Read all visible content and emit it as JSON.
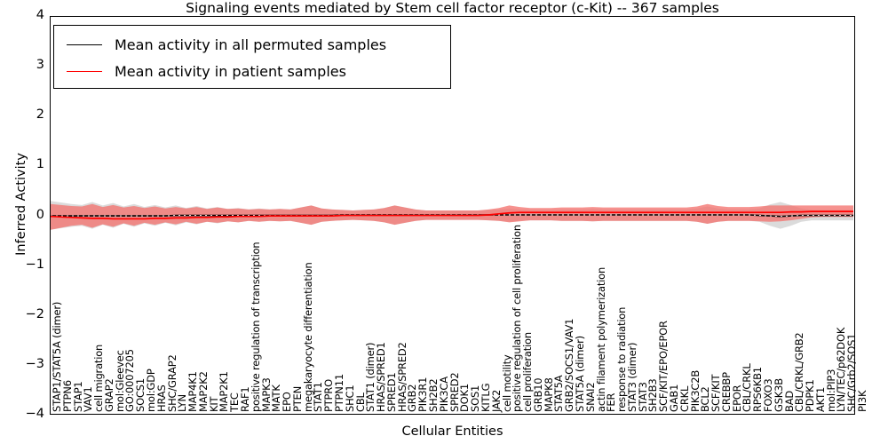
{
  "chart_data": {
    "type": "line",
    "title": "Signaling events mediated by Stem cell factor receptor (c-Kit) -- 367 samples",
    "xlabel": "Cellular Entities",
    "ylabel": "Inferred Activity",
    "ylim": [
      -4,
      4
    ],
    "yticks": [
      4,
      3,
      2,
      1,
      0,
      -1,
      -2,
      -3,
      -4
    ],
    "ytick_labels": [
      "4",
      "3",
      "2",
      "1",
      "0",
      "−1",
      "−2",
      "−3",
      "−4"
    ],
    "grid": false,
    "legend_position": "upper left",
    "legend": [
      {
        "name": "Mean activity in all permuted samples",
        "color": "#000000"
      },
      {
        "name": "Mean activity in patient samples",
        "color": "#ff0000"
      }
    ],
    "colors": {
      "permuted_line": "#000000",
      "permuted_band": "#d9d9d9",
      "patient_line": "#ff0000",
      "patient_band": "#f4736f",
      "axis": "#000000",
      "background": "#ffffff"
    },
    "categories": [
      "STAP1/STAT5A (dimer)",
      "PTPN6",
      "STAP1",
      "VAV1",
      "cell migration",
      "GRAP2",
      "mol:Gleevec",
      "GO:0007205",
      "SOCS1",
      "mol:GDP",
      "HRAS",
      "SHC/GRAP2",
      "LYN",
      "MAP4K1",
      "MAP2K2",
      "KIT",
      "MAP2K1",
      "TEC",
      "RAF1",
      "positive regulation of transcription",
      "MAPK3",
      "MATK",
      "EPO",
      "PTEN",
      "megakaryocyte differentiation",
      "STAT1",
      "PTPRO",
      "PTPN11",
      "SHC1",
      "CBL",
      "STAT1 (dimer)",
      "HRAS/SPRED1",
      "SPRED1",
      "HRAS/SPRED2",
      "GRB2",
      "PIK3R1",
      "SH2B2",
      "PIK3CA",
      "SPRED2",
      "DOK1",
      "SOS1",
      "KITLG",
      "JAK2",
      "cell motility",
      "positive regulation of cell proliferation",
      "cell proliferation",
      "GRB10",
      "MAPK8",
      "STAT5A",
      "GRB2/SOCS1/VAV1",
      "STAT5A (dimer)",
      "SNAI2",
      "actin filament polymerization",
      "FER",
      "response to radiation",
      "STAT3 (dimer)",
      "STAT3",
      "SH2B3",
      "SCF/KIT/EPO/EPOR",
      "GAB1",
      "CRKL",
      "PIK3C2B",
      "BCL2",
      "SCF/KIT",
      "CREBBP",
      "EPOR",
      "CBL/CRKL",
      "RPS6KB1",
      "FOXO3",
      "GSK3B",
      "BAD",
      "CBL/CRKL/GRB2",
      "PDPK1",
      "AKT1",
      "mol:PIP3",
      "LYN/TEC/p62DOK",
      "SHC/Grb2/SOS1",
      "PI3K"
    ],
    "series": [
      {
        "name": "Mean activity in all permuted samples",
        "color": "#000000",
        "values": [
          -0.02,
          -0.02,
          -0.02,
          -0.02,
          -0.02,
          -0.02,
          -0.02,
          -0.02,
          -0.02,
          -0.02,
          -0.02,
          -0.02,
          -0.01,
          -0.01,
          -0.01,
          -0.01,
          -0.01,
          -0.01,
          -0.01,
          -0.01,
          -0.01,
          -0.01,
          -0.01,
          -0.01,
          -0.01,
          -0.01,
          -0.01,
          -0.01,
          0.0,
          0.0,
          0.0,
          0.0,
          0.0,
          0.0,
          0.0,
          0.0,
          0.0,
          0.0,
          0.0,
          0.0,
          0.0,
          0.0,
          0.0,
          0.0,
          0.0,
          0.0,
          0.0,
          0.0,
          0.0,
          0.0,
          0.0,
          0.0,
          0.0,
          0.0,
          0.0,
          0.0,
          0.0,
          0.0,
          0.0,
          0.0,
          0.0,
          0.0,
          0.0,
          0.0,
          0.0,
          0.0,
          0.0,
          0.0,
          -0.01,
          -0.02,
          -0.03,
          -0.02,
          -0.01,
          -0.01,
          -0.01,
          -0.01,
          -0.01,
          -0.01
        ],
        "band_lower": [
          -0.3,
          -0.27,
          -0.24,
          -0.22,
          -0.28,
          -0.2,
          -0.26,
          -0.18,
          -0.24,
          -0.17,
          -0.22,
          -0.16,
          -0.21,
          -0.15,
          -0.19,
          -0.14,
          -0.17,
          -0.13,
          -0.15,
          -0.12,
          -0.14,
          -0.12,
          -0.13,
          -0.12,
          -0.16,
          -0.2,
          -0.14,
          -0.12,
          -0.11,
          -0.1,
          -0.11,
          -0.12,
          -0.15,
          -0.2,
          -0.16,
          -0.12,
          -0.1,
          -0.1,
          -0.1,
          -0.1,
          -0.1,
          -0.1,
          -0.11,
          -0.12,
          -0.14,
          -0.12,
          -0.11,
          -0.11,
          -0.11,
          -0.12,
          -0.12,
          -0.12,
          -0.13,
          -0.12,
          -0.12,
          -0.12,
          -0.12,
          -0.12,
          -0.12,
          -0.12,
          -0.12,
          -0.12,
          -0.14,
          -0.18,
          -0.14,
          -0.12,
          -0.12,
          -0.12,
          -0.14,
          -0.22,
          -0.28,
          -0.22,
          -0.14,
          -0.11,
          -0.11,
          -0.11,
          -0.11,
          -0.11
        ],
        "band_upper": [
          0.28,
          0.25,
          0.22,
          0.2,
          0.26,
          0.19,
          0.24,
          0.17,
          0.22,
          0.16,
          0.2,
          0.15,
          0.19,
          0.14,
          0.18,
          0.13,
          0.16,
          0.12,
          0.14,
          0.11,
          0.13,
          0.11,
          0.12,
          0.11,
          0.15,
          0.19,
          0.13,
          0.11,
          0.1,
          0.09,
          0.1,
          0.11,
          0.14,
          0.19,
          0.15,
          0.11,
          0.09,
          0.09,
          0.09,
          0.09,
          0.09,
          0.09,
          0.1,
          0.11,
          0.13,
          0.11,
          0.1,
          0.1,
          0.1,
          0.11,
          0.11,
          0.11,
          0.12,
          0.11,
          0.11,
          0.11,
          0.11,
          0.11,
          0.11,
          0.11,
          0.11,
          0.11,
          0.13,
          0.17,
          0.13,
          0.11,
          0.11,
          0.11,
          0.13,
          0.21,
          0.26,
          0.2,
          0.13,
          0.1,
          0.1,
          0.1,
          0.1,
          0.1
        ]
      },
      {
        "name": "Mean activity in patient samples",
        "color": "#ff0000",
        "values": [
          -0.03,
          -0.04,
          -0.05,
          -0.06,
          -0.07,
          -0.07,
          -0.08,
          -0.08,
          -0.08,
          -0.08,
          -0.07,
          -0.07,
          -0.06,
          -0.06,
          -0.05,
          -0.05,
          -0.04,
          -0.04,
          -0.03,
          -0.03,
          -0.03,
          -0.02,
          -0.02,
          -0.02,
          -0.02,
          -0.02,
          -0.02,
          -0.02,
          -0.01,
          -0.01,
          -0.01,
          -0.01,
          -0.01,
          -0.01,
          -0.01,
          -0.01,
          -0.01,
          -0.01,
          -0.01,
          -0.01,
          -0.01,
          -0.01,
          0.0,
          0.02,
          0.04,
          0.05,
          0.05,
          0.05,
          0.05,
          0.05,
          0.05,
          0.05,
          0.05,
          0.05,
          0.05,
          0.05,
          0.05,
          0.05,
          0.05,
          0.05,
          0.05,
          0.05,
          0.05,
          0.05,
          0.05,
          0.05,
          0.05,
          0.05,
          0.05,
          0.05,
          0.05,
          0.06,
          0.06,
          0.07,
          0.07,
          0.07,
          0.07,
          0.07
        ],
        "band_lower": [
          -0.3,
          -0.26,
          -0.22,
          -0.2,
          -0.26,
          -0.19,
          -0.24,
          -0.17,
          -0.22,
          -0.16,
          -0.2,
          -0.15,
          -0.19,
          -0.14,
          -0.18,
          -0.14,
          -0.16,
          -0.13,
          -0.15,
          -0.12,
          -0.14,
          -0.12,
          -0.13,
          -0.12,
          -0.16,
          -0.2,
          -0.14,
          -0.12,
          -0.11,
          -0.1,
          -0.11,
          -0.12,
          -0.15,
          -0.2,
          -0.16,
          -0.12,
          -0.1,
          -0.1,
          -0.1,
          -0.1,
          -0.1,
          -0.1,
          -0.11,
          -0.12,
          -0.15,
          -0.13,
          -0.11,
          -0.11,
          -0.11,
          -0.12,
          -0.12,
          -0.12,
          -0.13,
          -0.12,
          -0.12,
          -0.12,
          -0.12,
          -0.12,
          -0.12,
          -0.12,
          -0.12,
          -0.12,
          -0.14,
          -0.18,
          -0.14,
          -0.12,
          -0.12,
          -0.12,
          -0.13,
          -0.14,
          -0.13,
          -0.11,
          -0.08,
          -0.05,
          -0.04,
          -0.04,
          -0.04,
          -0.04
        ],
        "band_upper": [
          0.22,
          0.2,
          0.18,
          0.17,
          0.22,
          0.16,
          0.2,
          0.15,
          0.18,
          0.14,
          0.17,
          0.13,
          0.16,
          0.13,
          0.16,
          0.12,
          0.15,
          0.12,
          0.13,
          0.11,
          0.12,
          0.11,
          0.12,
          0.11,
          0.15,
          0.19,
          0.13,
          0.11,
          0.1,
          0.09,
          0.1,
          0.11,
          0.14,
          0.19,
          0.15,
          0.11,
          0.09,
          0.09,
          0.09,
          0.09,
          0.09,
          0.09,
          0.11,
          0.14,
          0.19,
          0.16,
          0.14,
          0.14,
          0.14,
          0.15,
          0.15,
          0.15,
          0.16,
          0.15,
          0.15,
          0.15,
          0.15,
          0.15,
          0.15,
          0.15,
          0.15,
          0.15,
          0.17,
          0.22,
          0.18,
          0.16,
          0.16,
          0.16,
          0.17,
          0.19,
          0.19,
          0.19,
          0.19,
          0.19,
          0.19,
          0.19,
          0.19,
          0.19
        ]
      }
    ]
  }
}
